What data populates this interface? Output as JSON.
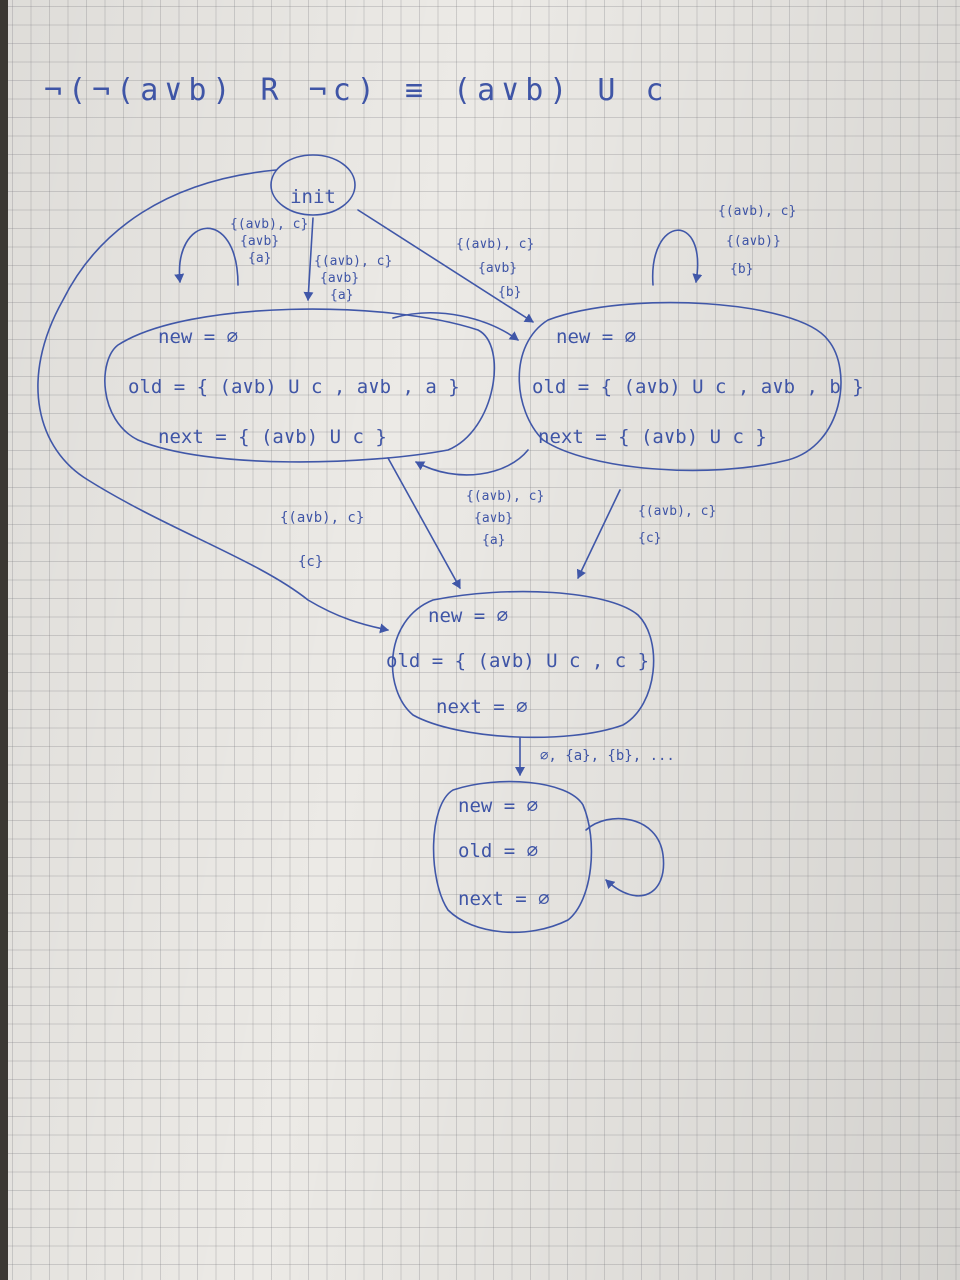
{
  "formula": "¬(¬(a∨b) R ¬c) ≡ (a∨b) U c",
  "states": {
    "init": {
      "label": "init"
    },
    "s1": {
      "new": "new = ∅",
      "old": "old = { (a∨b) U c , a∨b , a }",
      "next": "next = { (a∨b) U c }"
    },
    "s2": {
      "new": "new = ∅",
      "old": "old = { (a∨b) U c , a∨b , b }",
      "next": "next = { (a∨b) U c }"
    },
    "s3": {
      "new": "new = ∅",
      "old": "old = { (a∨b) U c , c }",
      "next": "next = ∅"
    },
    "s4": {
      "new": "new = ∅",
      "old": "old = ∅",
      "next": "next = ∅"
    }
  },
  "edges": {
    "self_s1": [
      "{(a∨b), c}",
      "{a∨b}",
      "{a}"
    ],
    "init_s1": [
      "{(a∨b), c}",
      "{a∨b}",
      "{a}"
    ],
    "init_s2": [
      "{(a∨b), c}",
      "{a∨b}",
      "{b}"
    ],
    "self_s2": [
      "{(a∨b), c}",
      "{(a∨b)}",
      "{b}"
    ],
    "s2_s1": [
      "{(a∨b), c}",
      "{a∨b}",
      "{a}"
    ],
    "s1_s3": [
      "{(a∨b), c}",
      "{c}"
    ],
    "s2_s3": [
      "{(a∨b), c}",
      "{c}"
    ],
    "s3_s4": "∅, {a}, {b}, ...",
    "self_s4": ""
  },
  "colors": {
    "ink": "#4057a8",
    "paper": "#eceae6",
    "grid": "#9a9aa0"
  }
}
